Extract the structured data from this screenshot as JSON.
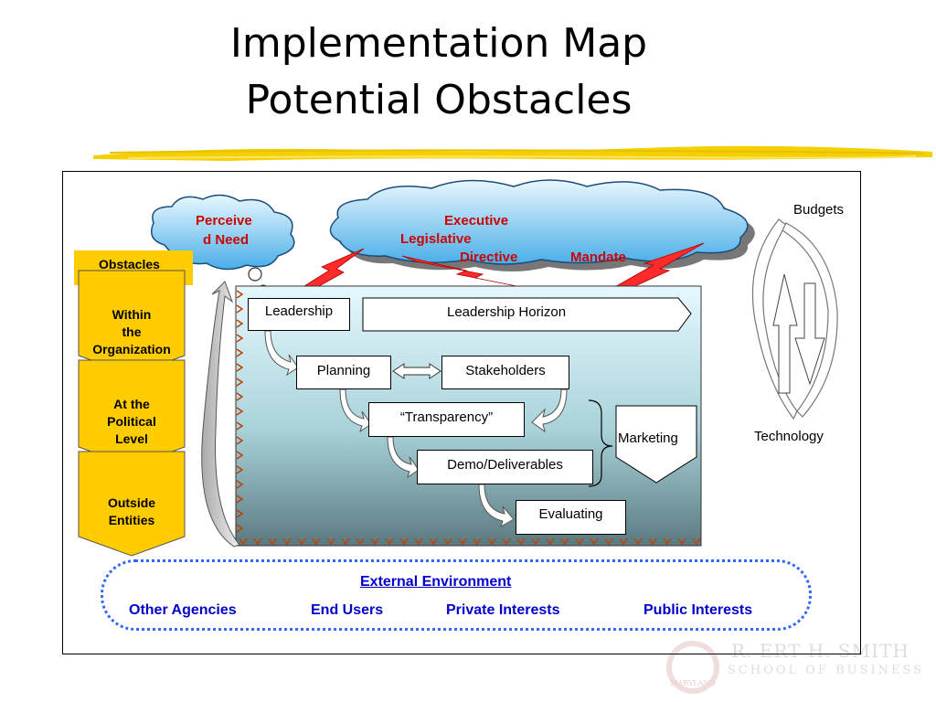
{
  "title": {
    "line1": "Implementation Map",
    "line2": "Potential Obstacles"
  },
  "clouds": {
    "perceived_need": {
      "line1": "Perceive",
      "line2": "d Need"
    },
    "mandates": {
      "executive": "Executive",
      "legislative": "Legislative",
      "directive": "Directive",
      "mandate": "Mandate"
    }
  },
  "obstacles": {
    "header": "Obstacles",
    "levels": [
      {
        "line1": "Within",
        "line2": "the",
        "line3": "Organization"
      },
      {
        "line1": "At the",
        "line2": "Political",
        "line3": "Level"
      },
      {
        "line1": "Outside",
        "line2": "Entities"
      }
    ]
  },
  "flow": {
    "leadership": "Leadership",
    "leadership_horizon": "Leadership Horizon",
    "planning": "Planning",
    "stakeholders": "Stakeholders",
    "transparency": "“Transparency”",
    "demo": "Demo/Deliverables",
    "evaluating": "Evaluating",
    "marketing": "Marketing"
  },
  "cycle": {
    "budgets": "Budgets",
    "technology": "Technology"
  },
  "environment": {
    "title": "External Environment",
    "items": [
      "Other Agencies",
      "End Users",
      "Private Interests",
      "Public Interests"
    ]
  },
  "logo": {
    "line1": "R. ERT H. SMITH",
    "line2": "SCHOOL OF BUSINESS",
    "seal": "MARYLAND"
  },
  "colors": {
    "cloud": "#5bb8ec",
    "obstacle": "#ffcc00",
    "lightning": "#ff2020",
    "environment": "#3366ff",
    "flow_box_top": "#e6f8ff",
    "flow_box_bottom": "#5a7a80"
  }
}
